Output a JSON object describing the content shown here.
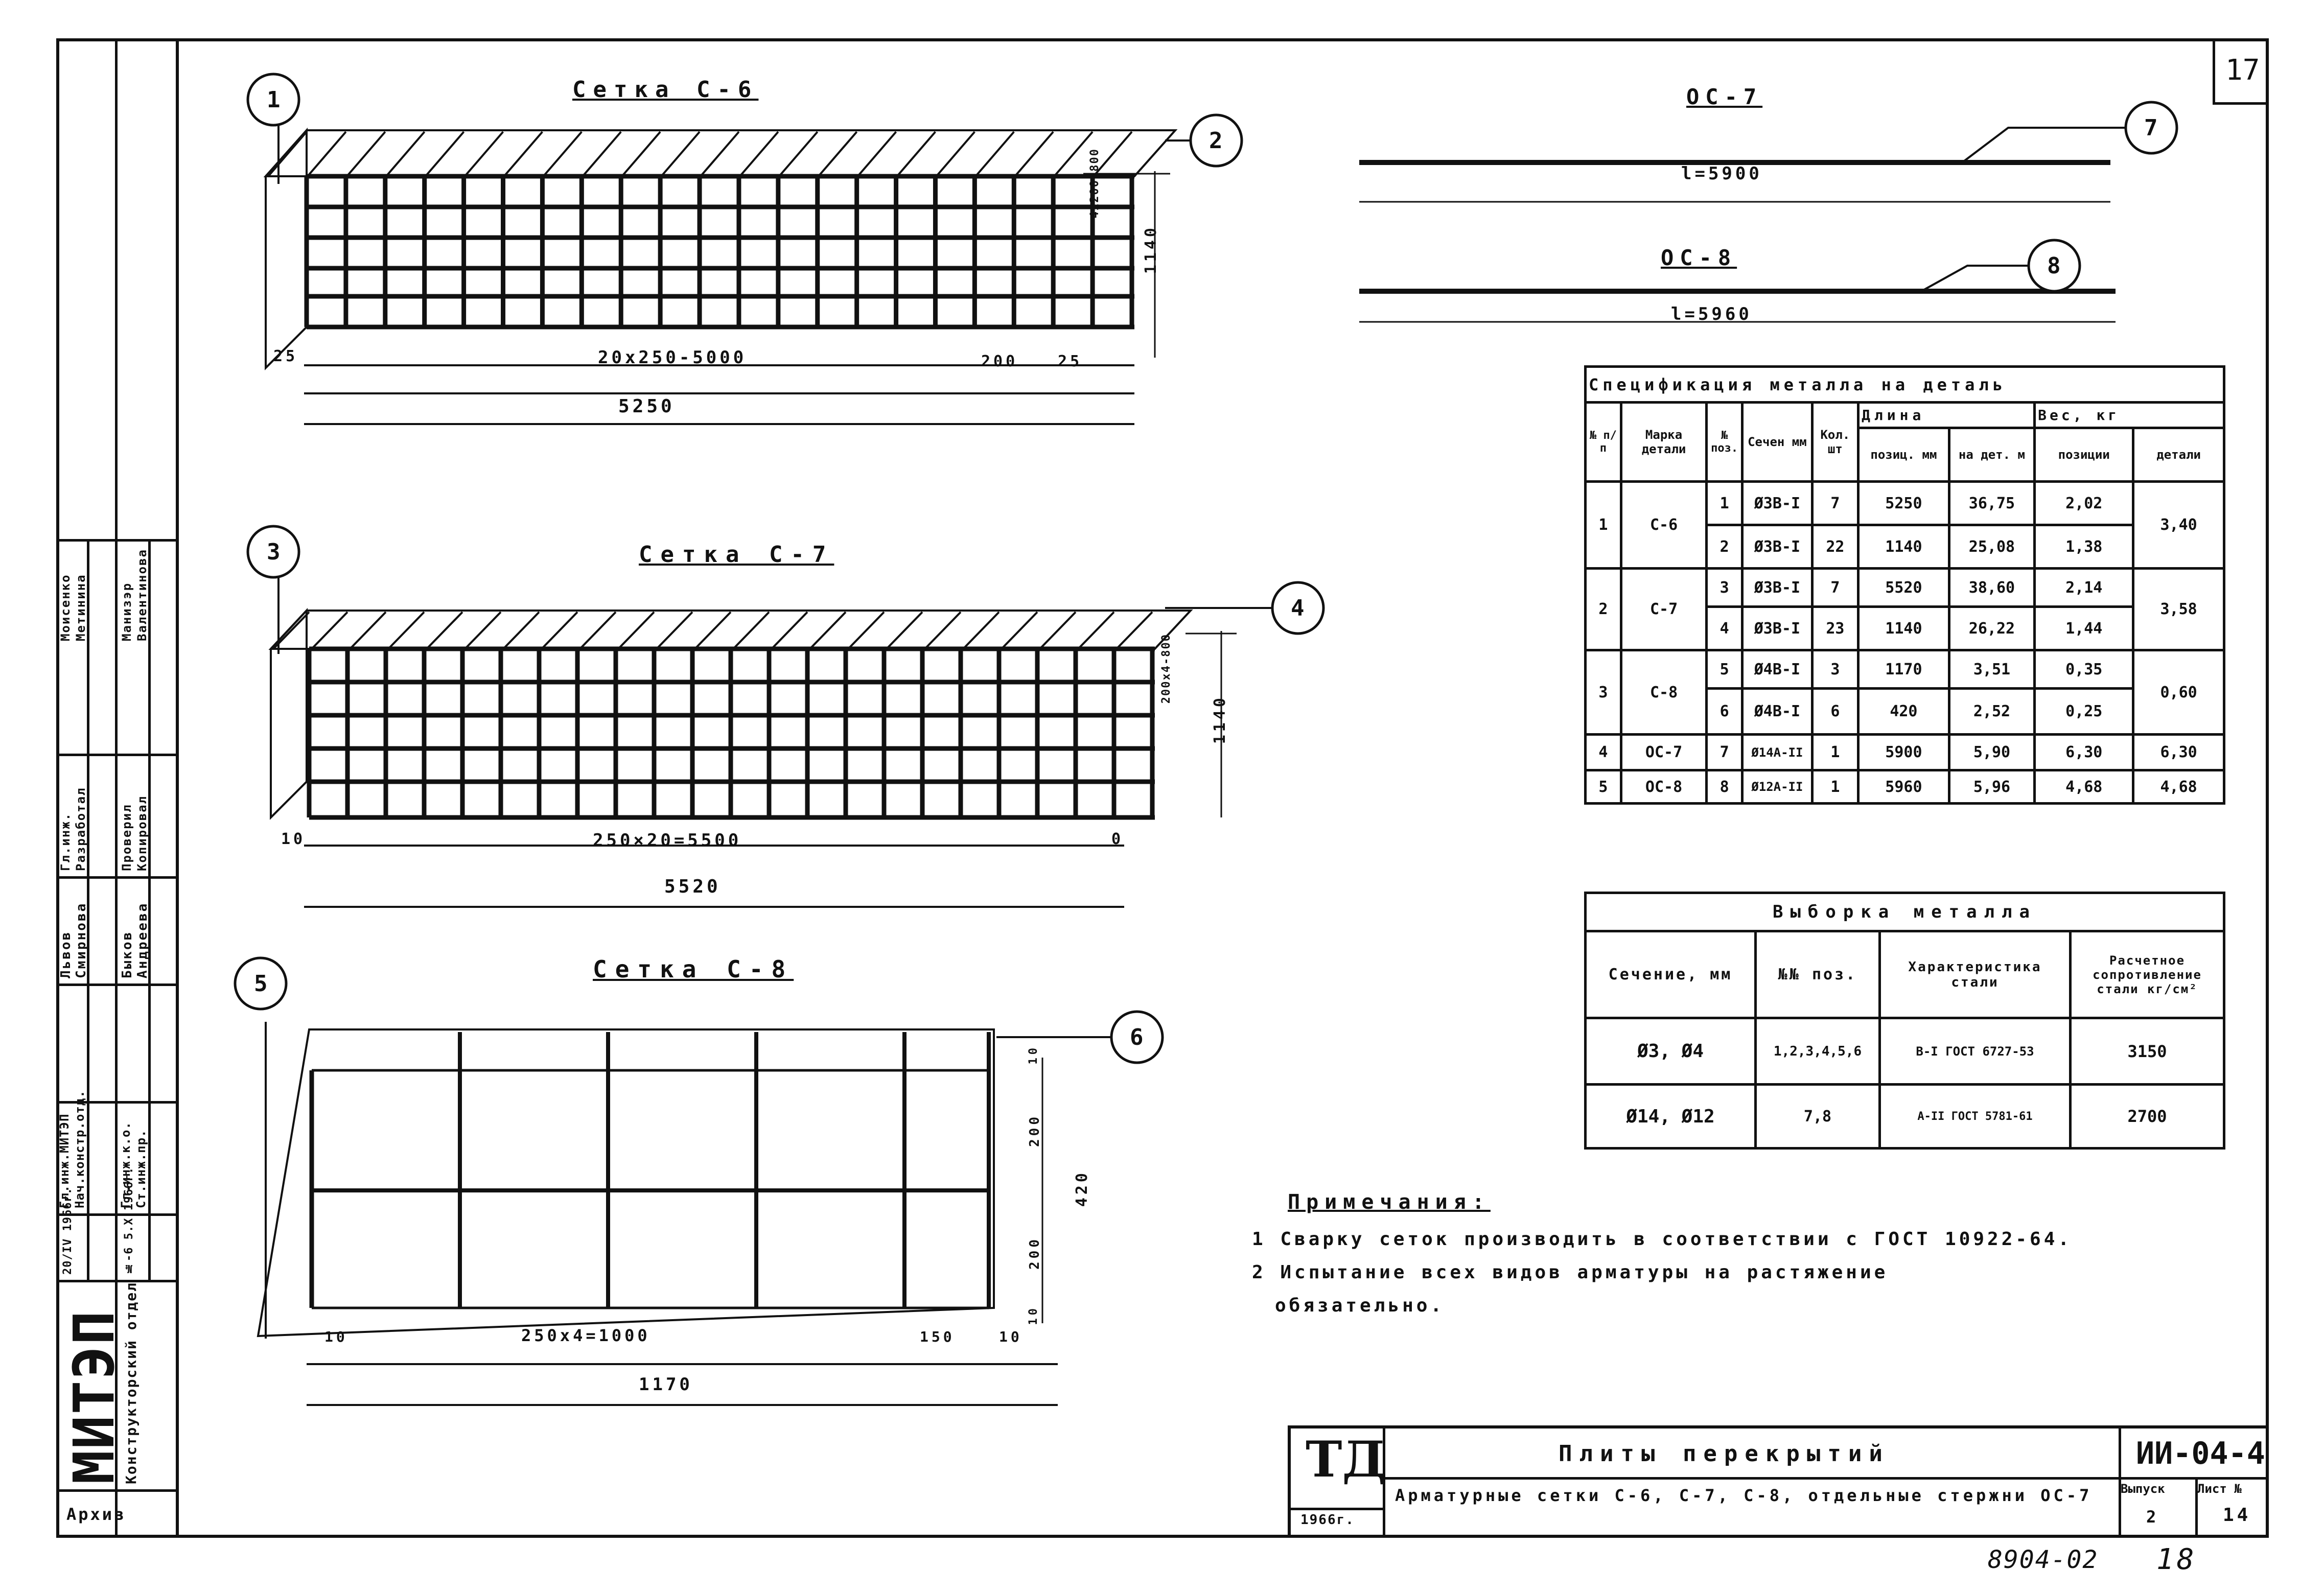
{
  "sheet_number": "17",
  "meshes": [
    {
      "title": "Сетка С-6",
      "dims": {
        "spacing": "20х250-5000",
        "edge_left": "25",
        "edge_gap": "200",
        "edge_right": "25",
        "total": "5250",
        "height": "1140",
        "vertical": "4х200-800"
      }
    },
    {
      "title": "Сетка С-7",
      "dims": {
        "spacing": "250×20=5500",
        "edge_left": "10",
        "edge_right": "0",
        "total": "5520",
        "height": "1140",
        "vertical": "200х4-800"
      }
    },
    {
      "title": "Сетка С-8",
      "dims": {
        "spacing": "250х4=1000",
        "edge_left": "10",
        "edge_gap": "150",
        "edge_right": "10",
        "total": "1170",
        "top": "10",
        "mid1": "200",
        "mid2": "200",
        "bottom": "10",
        "height": "420"
      }
    }
  ],
  "bars": [
    {
      "title": "ОС-7",
      "length": "l=5900",
      "callout": "7"
    },
    {
      "title": "ОС-8",
      "length": "l=5960",
      "callout": "8"
    }
  ],
  "callouts": [
    "1",
    "2",
    "3",
    "4",
    "5",
    "6"
  ],
  "spec_table": {
    "title": "Спецификация металла на деталь",
    "headers": {
      "num": "№ п/п",
      "mark": "Марка детали",
      "pos": "№ поз.",
      "section": "Сечен мм",
      "qty": "Кол. шт",
      "length": "Длина",
      "len_pos": "позиц. мм",
      "len_det": "на дет. м",
      "weight": "Вес, кг",
      "w_pos": "позиции",
      "w_det": "детали"
    },
    "rows": [
      {
        "num": "1",
        "mark": "С-6",
        "items": [
          {
            "pos": "1",
            "section": "Ø3В-I",
            "qty": "7",
            "len_pos": "5250",
            "len_det": "36,75",
            "w_pos": "2,02"
          },
          {
            "pos": "2",
            "section": "Ø3В-I",
            "qty": "22",
            "len_pos": "1140",
            "len_det": "25,08",
            "w_pos": "1,38"
          }
        ],
        "w_det": "3,40"
      },
      {
        "num": "2",
        "mark": "С-7",
        "items": [
          {
            "pos": "3",
            "section": "Ø3В-I",
            "qty": "7",
            "len_pos": "5520",
            "len_det": "38,60",
            "w_pos": "2,14"
          },
          {
            "pos": "4",
            "section": "Ø3В-I",
            "qty": "23",
            "len_pos": "1140",
            "len_det": "26,22",
            "w_pos": "1,44"
          }
        ],
        "w_det": "3,58"
      },
      {
        "num": "3",
        "mark": "С-8",
        "items": [
          {
            "pos": "5",
            "section": "Ø4В-I",
            "qty": "3",
            "len_pos": "1170",
            "len_det": "3,51",
            "w_pos": "0,35"
          },
          {
            "pos": "6",
            "section": "Ø4В-I",
            "qty": "6",
            "len_pos": "420",
            "len_det": "2,52",
            "w_pos": "0,25"
          }
        ],
        "w_det": "0,60"
      },
      {
        "num": "4",
        "mark": "ОС-7",
        "items": [
          {
            "pos": "7",
            "section": "Ø14А-II",
            "qty": "1",
            "len_pos": "5900",
            "len_det": "5,90",
            "w_pos": "6,30"
          }
        ],
        "w_det": "6,30"
      },
      {
        "num": "5",
        "mark": "ОС-8",
        "items": [
          {
            "pos": "8",
            "section": "Ø12А-II",
            "qty": "1",
            "len_pos": "5960",
            "len_det": "5,96",
            "w_pos": "4,68"
          }
        ],
        "w_det": "4,68"
      }
    ]
  },
  "selection_table": {
    "title": "Выборка металла",
    "headers": {
      "section": "Сечение, мм",
      "positions": "№№ поз.",
      "characteristic": "Характеристика стали",
      "resistance": "Расчетное сопротивление стали кг/см²"
    },
    "rows": [
      {
        "section": "Ø3, Ø4",
        "positions": "1,2,3,4,5,6",
        "characteristic": "В-I ГОСТ 6727-53",
        "resistance": "3150"
      },
      {
        "section": "Ø14, Ø12",
        "positions": "7,8",
        "characteristic": "А-II ГОСТ 5781-61",
        "resistance": "2700"
      }
    ]
  },
  "notes": {
    "title": "Примечания:",
    "items": [
      "1 Сварку сеток производить в соответствии с ГОСТ 10922-64.",
      "2 Испытание всех видов арматуры на растяжение",
      "обязательно."
    ]
  },
  "title_block": {
    "org_code": "ТД",
    "year": "1966г.",
    "title": "Плиты перекрытий",
    "subtitle": "Арматурные сетки С-6, С-7, С-8, отдельные стержни ОС-7",
    "doc_number": "ИИ-04-4",
    "issue_label": "Выпуск",
    "issue_value": "2",
    "sheet_label": "Лист №",
    "sheet_value": "14"
  },
  "left_stamp": {
    "org": "МИТЭП",
    "dept": "Конструкторский отдел",
    "archive": "Архив",
    "roles": [
      "Гл.инж.МИТЭП",
      "Нач.констр.отд.",
      "Гл.инж.к.о.",
      "Ст.инж.пр."
    ],
    "names": [
      "Львов",
      "Смирнова",
      "Быков",
      "Андреева"
    ],
    "roles2": [
      "Гл.инж.",
      "Разработал",
      "Проверил",
      "Копировал"
    ],
    "names2": [
      "Моисенко",
      "Метинина",
      "Манизэр",
      "Валентинова"
    ],
    "dates": [
      "20/IV 1966г.",
      "№-6 5.Х.1966г."
    ]
  },
  "footer_code": "8904-02",
  "footer_page": "18"
}
